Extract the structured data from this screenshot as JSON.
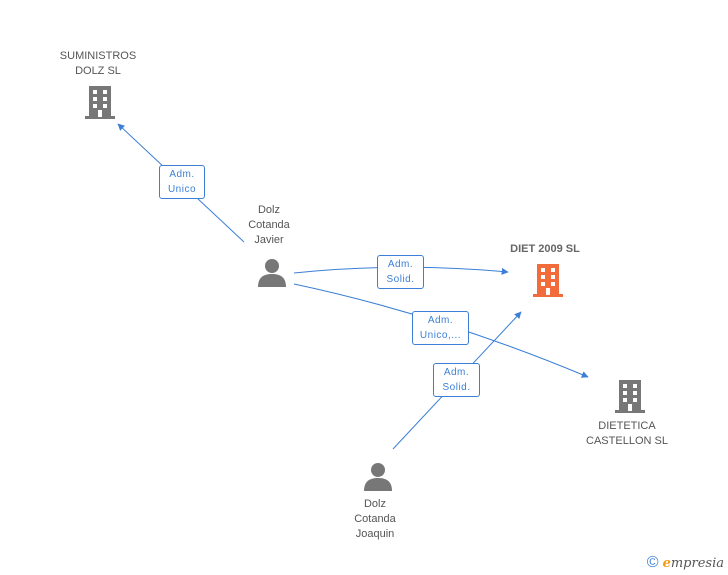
{
  "nodes": {
    "suministros": {
      "label": "SUMINISTROS\nDOLZ SL",
      "type": "company"
    },
    "diet2009": {
      "label": "DIET 2009 SL",
      "type": "company-main"
    },
    "dietetica": {
      "label": "DIETETICA\nCASTELLON SL",
      "type": "company"
    },
    "javier": {
      "label": "Dolz\nCotanda\nJavier",
      "type": "person"
    },
    "joaquin": {
      "label": "Dolz\nCotanda\nJoaquin",
      "type": "person"
    }
  },
  "edges": {
    "javier_suministros": {
      "label": "Adm.\nUnico"
    },
    "javier_diet": {
      "label": "Adm.\nSolid."
    },
    "javier_dietetica": {
      "label": "Adm.\nUnico,..."
    },
    "joaquin_diet": {
      "label": "Adm.\nSolid."
    }
  },
  "colors": {
    "edge": "#3b7fd6",
    "company": "#777777",
    "company_main": "#f26b3a",
    "person": "#777777"
  },
  "icons": {
    "company": "building-icon",
    "person": "person-icon"
  },
  "footer": {
    "copyright": "©",
    "brand_e": "e",
    "brand_rest": "mpresia"
  }
}
